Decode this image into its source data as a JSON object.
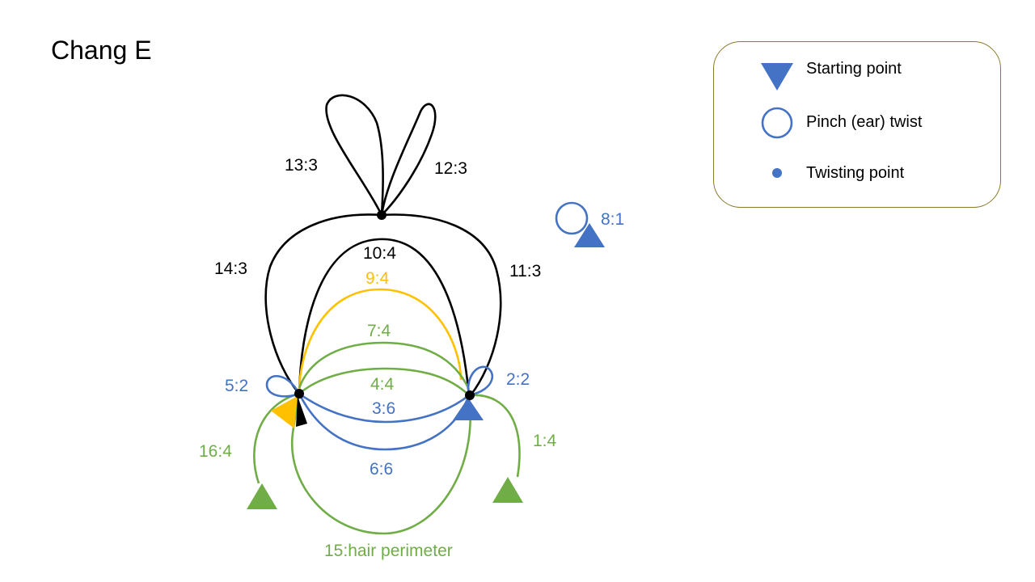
{
  "title": "Chang E",
  "colors": {
    "black": "#000000",
    "blue": "#4472C4",
    "green": "#70AD47",
    "yellow": "#FFC000",
    "legend_border": "#8A7A2A"
  },
  "legend": {
    "items": [
      {
        "icon": "starting-point-triangle-icon",
        "label": "Starting point"
      },
      {
        "icon": "pinch-ear-twist-circle-icon",
        "label": "Pinch (ear) twist"
      },
      {
        "icon": "twisting-point-dot-icon",
        "label": "Twisting point"
      }
    ]
  },
  "diagram": {
    "labels": {
      "l13": "13:3",
      "l12": "12:3",
      "l14": "14:3",
      "l11": "11:3",
      "l10": "10:4",
      "l9": "9:4",
      "l7": "7:4",
      "l4": "4:4",
      "l3": "3:6",
      "l5": "5:2",
      "l2": "2:2",
      "l8": "8:1",
      "l1": "1:4",
      "l16": "16:4",
      "l6": "6:6",
      "l15": "15:hair perimeter"
    }
  }
}
